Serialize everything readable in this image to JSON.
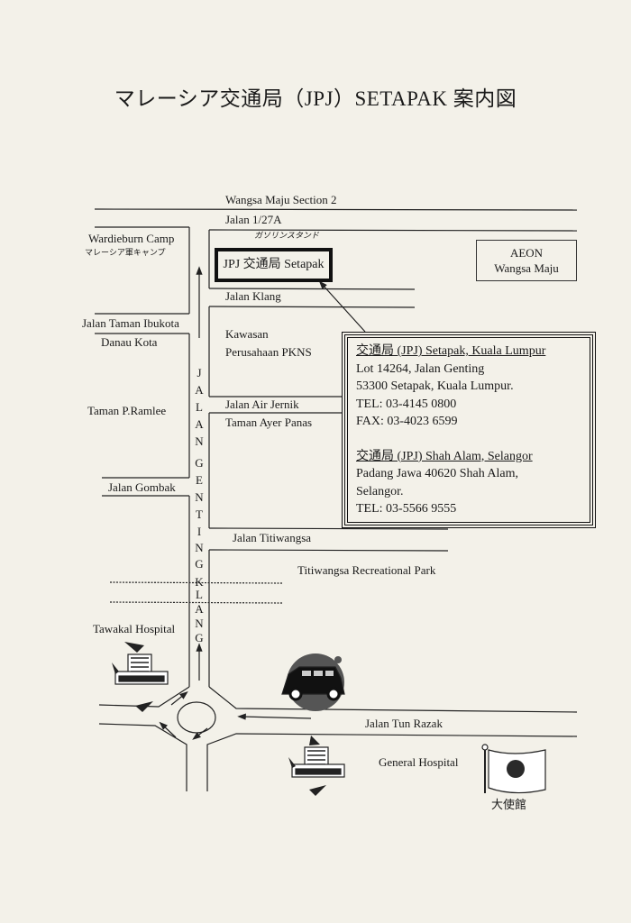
{
  "title": "マレーシア交通局（JPJ）SETAPAK 案内図",
  "roads": {
    "wangsa_maju": "Wangsa Maju Section 2",
    "jalan_1_27a": "Jalan 1/27A",
    "jalan_klang": "Jalan Klang",
    "jalan_taman_ibukota": "Jalan Taman Ibukota",
    "jalan_air_jernik": "Jalan Air Jernik",
    "jalan_gombak": "Jalan Gombak",
    "jalan_titiwangsa": "Jalan Titiwangsa",
    "jalan_tun_razak": "Jalan  Tun  Razak",
    "jalan_genting_klang_letters": [
      "J",
      "A",
      "L",
      "A",
      "N",
      "G",
      "E",
      "N",
      "T",
      "I",
      "N",
      "G",
      "K",
      "L",
      "A",
      "N",
      "G"
    ]
  },
  "places": {
    "wardieburn_camp": "Wardieburn Camp",
    "wardieburn_camp_jp": "マレーシア軍キャンプ",
    "gas_station": "ガソリンスタンド",
    "jpj_setapak": "JPJ 交通局  Setapak",
    "aeon_line1": "AEON",
    "aeon_line2": "Wangsa Maju",
    "danau_kota": "Danau Kota",
    "kawasan_line1": "Kawasan",
    "kawasan_line2": "Perusahaan PKNS",
    "taman_p_ramlee": "Taman P.Ramlee",
    "taman_ayer_panas": "Taman Ayer Panas",
    "titiwangsa_park": "Titiwangsa Recreational Park",
    "tawakal_hospital": "Tawakal Hospital",
    "general_hospital": "General Hospital",
    "embassy": "大使館"
  },
  "info": {
    "office1_name": "交通局 (JPJ) Setapak, Kuala Lumpur",
    "office1_addr1": "Lot 14264, Jalan Genting",
    "office1_addr2": "53300 Setapak, Kuala Lumpur.",
    "office1_tel": "TEL: 03-4145 0800",
    "office1_fax": "FAX: 03-4023 6599",
    "office2_name": "交通局 (JPJ) Shah Alam, Selangor",
    "office2_addr1": "Padang Jawa 40620 Shah Alam,",
    "office2_addr2": "Selangor.",
    "office2_tel": "TEL: 03-5566 9555"
  },
  "colors": {
    "paper": "#f3f1e9",
    "ink": "#1a1a1a",
    "flag_red": "#2a2a2a"
  }
}
